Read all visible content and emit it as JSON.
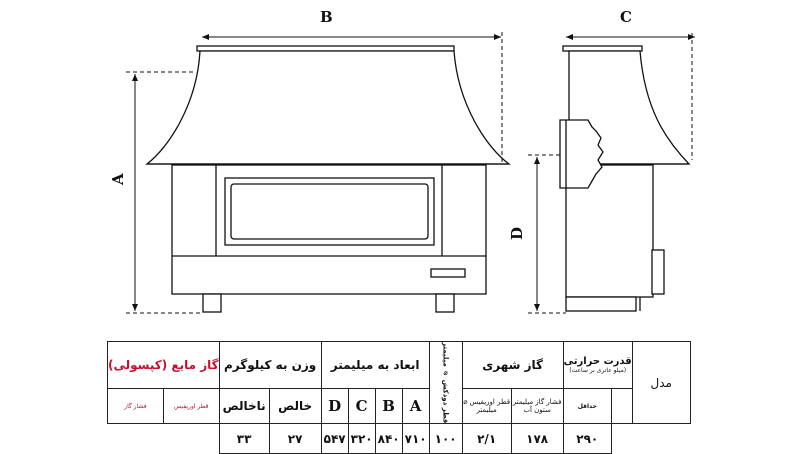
{
  "drawing": {
    "dimension_labels": {
      "a": "A",
      "b": "B",
      "c": "C",
      "d": "D"
    }
  },
  "table": {
    "model_header": "مدل",
    "heating_capacity": {
      "header": "قدرت حرارتی",
      "sub": "(میلو عاتری بر ساعت)",
      "col_label": "حداقل",
      "value": "۲۹۰"
    },
    "natural_gas": {
      "header": "گاز شهری",
      "pressure_label": "فشار گاز میلیمتر ستون آب",
      "orifice_label": "قطر اوریفیس ⌀ میلیمتر",
      "pressure_value": "۱۷۸",
      "orifice_value": "۲/۱"
    },
    "flue": {
      "header": "قطر دودکش ⌀ میلیمتر",
      "value": "۱۰۰"
    },
    "dimensions": {
      "header": "ابعاد به میلیمتر",
      "cols": [
        "D",
        "C",
        "B",
        "A"
      ],
      "values": [
        "۵۴۷",
        "۳۲۰",
        "۸۴۰",
        "۷۱۰"
      ]
    },
    "weight": {
      "header": "وزن به کیلوگرم",
      "net_label": "خالص",
      "gross_label": "ناخالص",
      "net_value": "۲۷",
      "gross_value": "۳۳"
    },
    "lpg": {
      "header": "گاز مایع (کپسولی)",
      "sub1": "فشار گاز",
      "sub2": "قطر اوریفیس"
    }
  }
}
